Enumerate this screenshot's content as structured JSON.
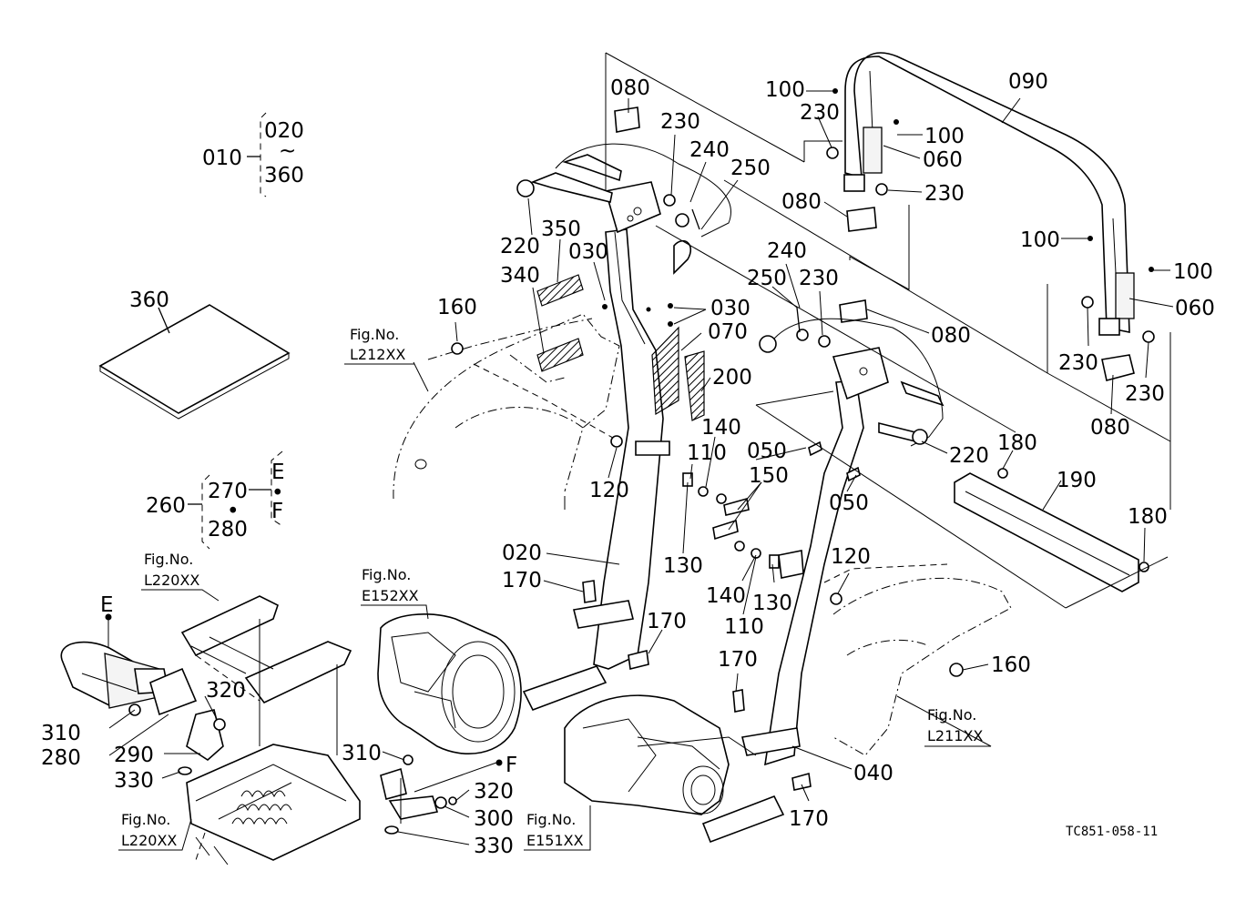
{
  "diagram": {
    "code": "TC851-058-11",
    "labels": {
      "p010": "010",
      "p020a": "020",
      "p360a": "360",
      "p360": "360",
      "p260": "260",
      "p270": "270",
      "p280a": "280",
      "pE1": "E",
      "pF1": "F",
      "p080a": "080",
      "p230a": "230",
      "p240a": "240",
      "p250a": "250",
      "p220a": "220",
      "p350": "350",
      "p030a": "030",
      "p340": "340",
      "p030b": "030",
      "p070": "070",
      "p200": "200",
      "p160a": "160",
      "p120a": "120",
      "p140a": "140",
      "p110a": "110",
      "p050a": "050",
      "p150": "150",
      "p130a": "130",
      "p020b": "020",
      "p170a": "170",
      "p170b": "170",
      "p170c": "170",
      "p170d": "170",
      "p140b": "140",
      "p110b": "110",
      "p130b": "130",
      "p120b": "120",
      "p050b": "050",
      "p160b": "160",
      "p040": "040",
      "p100a": "100",
      "p230b": "230",
      "p090": "090",
      "p100b": "100",
      "p060a": "060",
      "p230c": "230",
      "p080b": "080",
      "p240b": "240",
      "p250b": "250",
      "p230d": "230",
      "p080c": "080",
      "p100c": "100",
      "p100d": "100",
      "p060b": "060",
      "p230e": "230",
      "p230f": "230",
      "p080d": "080",
      "p220b": "220",
      "p180a": "180",
      "p190": "190",
      "p180b": "180",
      "pE2": "E",
      "p320a": "320",
      "p310a": "310",
      "p280b": "280",
      "p290": "290",
      "p330a": "330",
      "p310b": "310",
      "pF2": "F",
      "p320b": "320",
      "p300": "300",
      "p330b": "330"
    },
    "refs": {
      "l212": [
        "Fig.No.",
        "L212XX"
      ],
      "l220a": [
        "Fig.No.",
        "L220XX"
      ],
      "e152": [
        "Fig.No.",
        "E152XX"
      ],
      "l211": [
        "Fig.No.",
        "L211XX"
      ],
      "l220b": [
        "Fig.No.",
        "L220XX"
      ],
      "e151": [
        "Fig.No.",
        "E151XX"
      ]
    },
    "range_symbol": "~",
    "and_symbol": "•"
  }
}
